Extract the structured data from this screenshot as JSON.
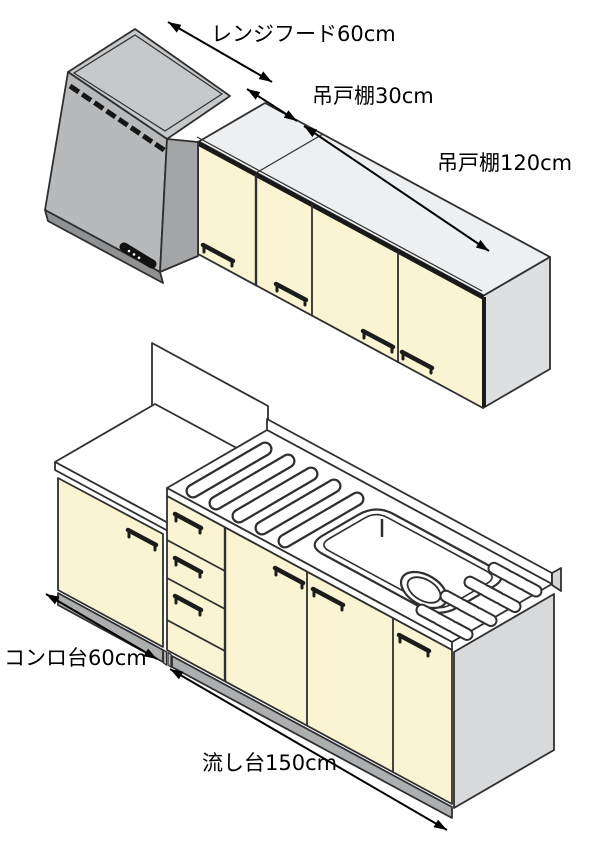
{
  "diagram": {
    "type": "isometric-kitchen-dimension-diagram",
    "units": [
      {
        "id": "range-hood",
        "label": "レンジフード60cm",
        "width_cm": 60
      },
      {
        "id": "upper-cabinet-30",
        "label": "吊戸棚30cm",
        "width_cm": 30
      },
      {
        "id": "upper-cabinet-120",
        "label": "吊戸棚120cm",
        "width_cm": 120
      },
      {
        "id": "stove-base",
        "label": "コンロ台60cm",
        "width_cm": 60
      },
      {
        "id": "sink-base",
        "label": "流し台150cm",
        "width_cm": 150
      }
    ]
  },
  "labels": {
    "range_hood": "レンジフード60cm",
    "upper_cabinet_30": "吊戸棚30cm",
    "upper_cabinet_120": "吊戸棚120cm",
    "stove_base": "コンロ台60cm",
    "sink_base": "流し台150cm"
  },
  "colors": {
    "door_cream": "#FAF4D3",
    "cabinet_top": "#EDEFF1",
    "cabinet_end": "#DDDFE1",
    "hood_top": "#C6C8CA",
    "hood_front": "#B7B9BB",
    "hood_side": "#A3A5A7",
    "hood_lip": "#8F9193",
    "toe_kick": "#ACAEB0",
    "end_panel": "#D7D9DB",
    "rail_cap": "#D4D6D8",
    "surface_white": "#FFFFFF",
    "outline": "#2F2F2F",
    "text": "#000000"
  }
}
